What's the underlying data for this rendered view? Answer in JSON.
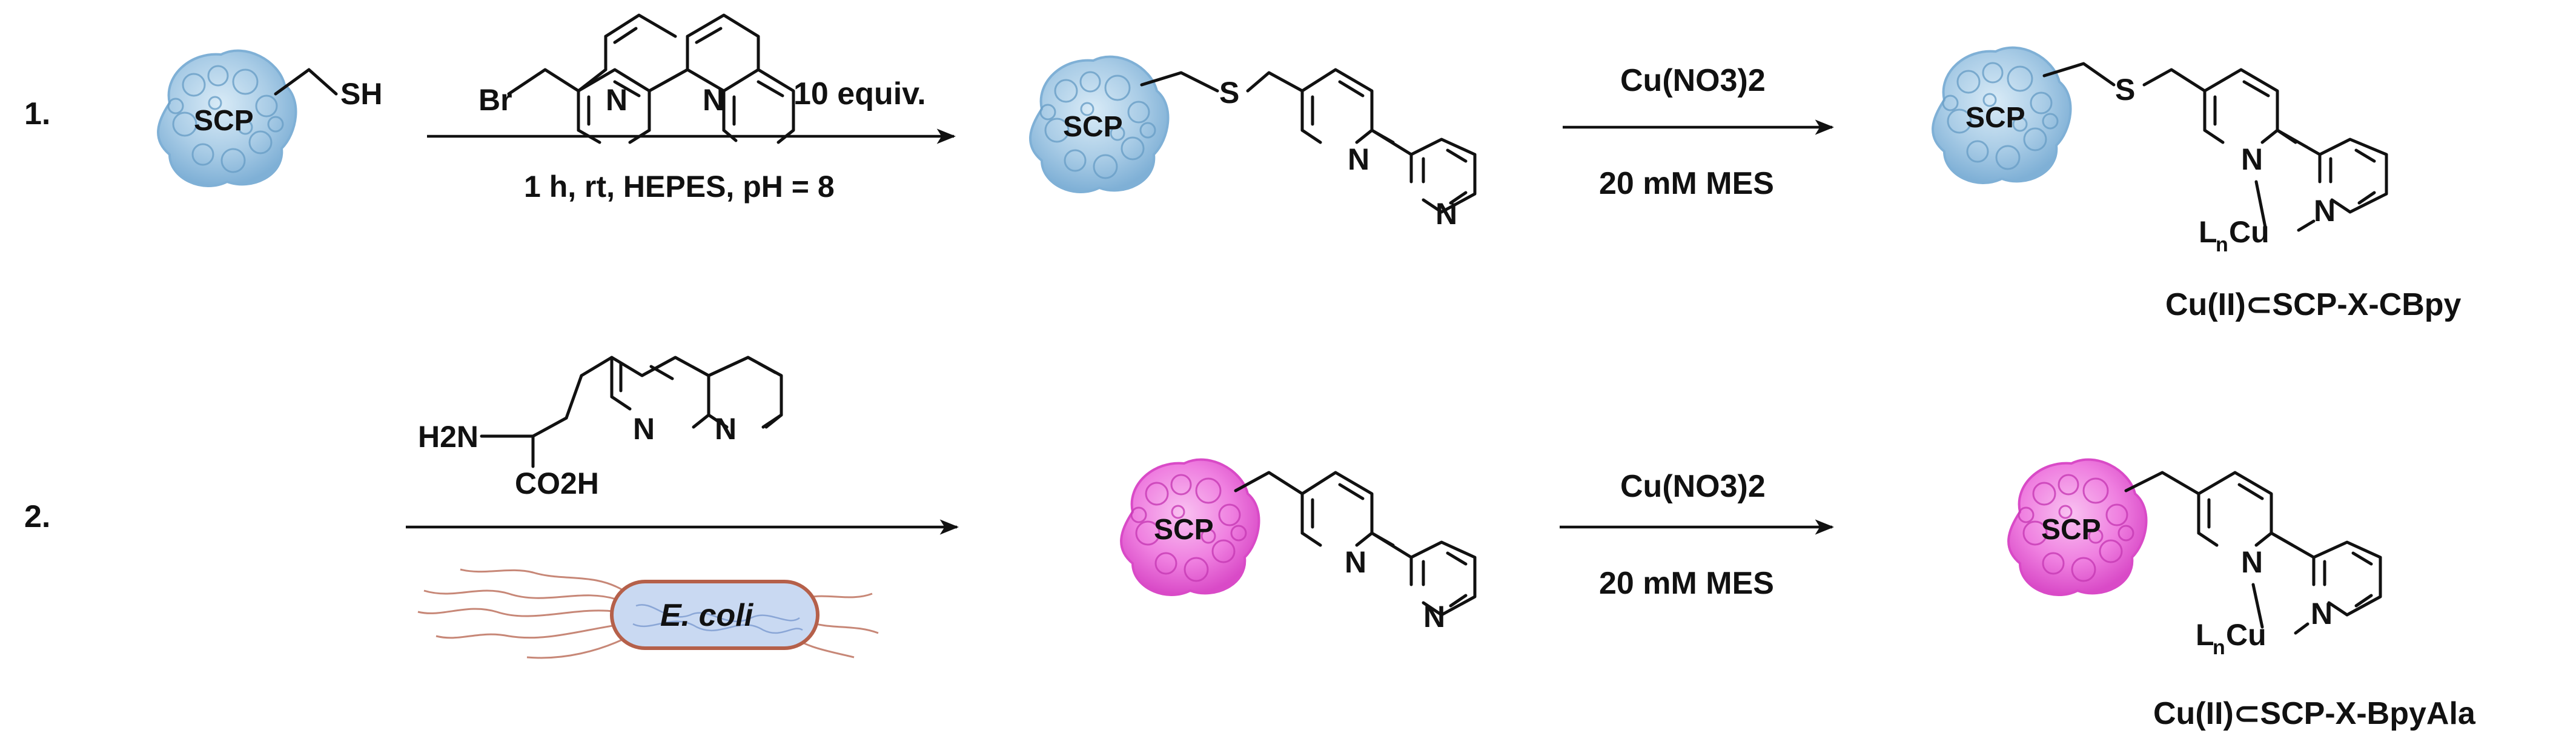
{
  "steps": [
    {
      "number": "1.",
      "reagent_equiv": "10 equiv.",
      "conditions": "1 h, rt, HEPES, pH = 8",
      "metal_salt": "Cu(NO3)2",
      "buffer": "20 mM MES",
      "product_label": "Cu(II)⊂SCP-X-CBpy"
    },
    {
      "number": "2.",
      "host": "E. coli",
      "metal_salt": "Cu(NO3)2",
      "buffer": "20 mM MES",
      "product_label": "Cu(II)⊂SCP-X-BpyAla"
    }
  ],
  "protein": {
    "name": "SCP"
  },
  "atoms": {
    "thiol": "SH",
    "sulfur": "S",
    "bromine": "Br",
    "nitrogen": "N",
    "copper": "Cu",
    "ligand": "L",
    "ligand_sub": "n",
    "amine": "H2N",
    "acid": "CO2H"
  },
  "colors": {
    "protein_blue": "#a9cce6",
    "protein_blue_dark": "#7fb0d6",
    "protein_pink": "#ef7fe0",
    "protein_pink_dark": "#d94ac7",
    "bacterium_fill": "#c9d9f2",
    "bacterium_outline": "#b5604a",
    "text": "#111111"
  },
  "icons": {
    "protein": "protein-blob-icon",
    "bacterium": "bacterium-icon",
    "arrow": "reaction-arrow-icon"
  }
}
